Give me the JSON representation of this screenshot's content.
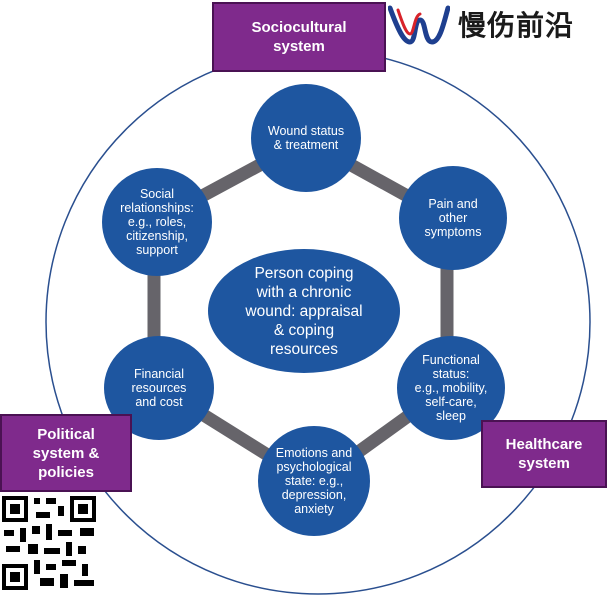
{
  "diagram": {
    "center": {
      "label": "Person coping\nwith a chronic\nwound: appraisal\n& coping\nresources"
    },
    "nodes": [
      {
        "id": "wound-status",
        "label": "Wound status\n& treatment"
      },
      {
        "id": "pain",
        "label": "Pain and\nother\nsymptoms"
      },
      {
        "id": "functional",
        "label": "Functional\nstatus:\ne.g., mobility,\nself-care,\nsleep"
      },
      {
        "id": "emotions",
        "label": "Emotions and\npsychological\nstate: e.g.,\ndepression,\nanxiety"
      },
      {
        "id": "financial",
        "label": "Financial\nresources\nand cost"
      },
      {
        "id": "social",
        "label": "Social\nrelationships:\ne.g., roles,\ncitizenship,\nsupport"
      }
    ],
    "systems": {
      "sociocultural": "Sociocultural\nsystem",
      "political": "Political\nsystem &\npolicies",
      "healthcare": "Healthcare\nsystem"
    }
  },
  "branding": {
    "logo_text": "慢伤前沿"
  },
  "colors": {
    "node_blue": "#1e56a0",
    "box_purple": "#7f2a8c",
    "ring_gray": "#66646a",
    "outer_circle": "#2a4f8f"
  }
}
